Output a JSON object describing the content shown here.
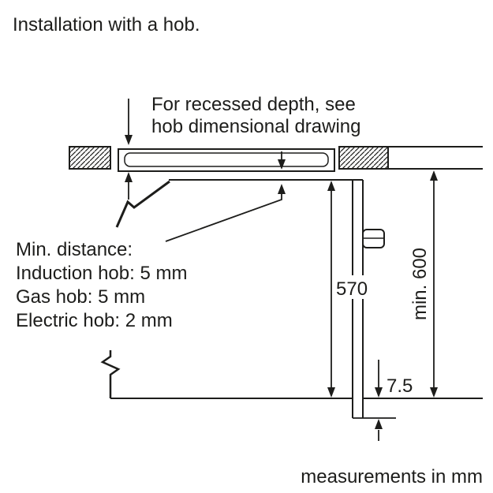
{
  "title": "Installation with a hob.",
  "annotation_note": {
    "line1": "For recessed depth, see",
    "line2": "hob dimensional drawing"
  },
  "min_distance_note": {
    "heading": "Min. distance:",
    "induction": "Induction hob: 5 mm",
    "gas": "Gas hob: 5 mm",
    "electric": "Electric hob: 2 mm"
  },
  "dimensions": {
    "oven_front_height": "570",
    "niche_height": "min. 600",
    "door_overhang": "7.5"
  },
  "footer_note": "measurements in mm",
  "colors": {
    "line": "#1d1d1b",
    "background": "#ffffff"
  }
}
